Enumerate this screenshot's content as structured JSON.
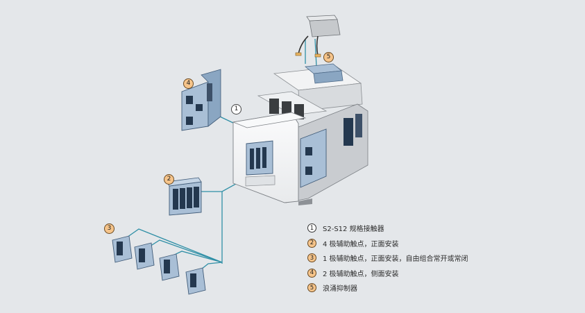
{
  "callouts": [
    {
      "id": "1",
      "style": "white"
    },
    {
      "id": "2",
      "style": "orange"
    },
    {
      "id": "3",
      "style": "orange"
    },
    {
      "id": "4",
      "style": "orange"
    },
    {
      "id": "5",
      "style": "orange"
    }
  ],
  "legend": [
    {
      "num": "1",
      "text": "S2-S12 规格接触器",
      "style": "white"
    },
    {
      "num": "2",
      "text": "4 极辅助触点，正面安装",
      "style": "orange"
    },
    {
      "num": "3",
      "text": "1 极辅助触点，正面安装，自由组合常开或常闭",
      "style": "orange"
    },
    {
      "num": "4",
      "text": "2 极辅助触点，侧面安装",
      "style": "orange"
    },
    {
      "num": "5",
      "text": "浪涌抑制器",
      "style": "orange"
    }
  ],
  "colors": {
    "background": "#e4e7ea",
    "connector_line": "#2f8fa6",
    "body_front": "#f7f8f9",
    "body_side": "#c9ccd0",
    "accessory_blue": "#a9bfd6",
    "accessory_dark": "#24384f",
    "callout_orange": "#f6c48a"
  }
}
